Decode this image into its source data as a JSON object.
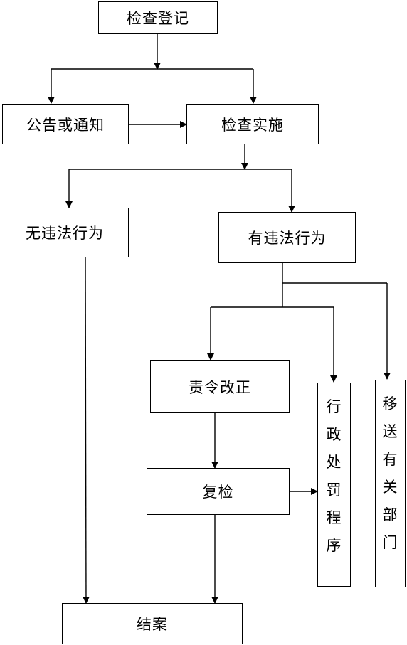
{
  "nodes": {
    "registration": "检查登记",
    "notice": "公告或通知",
    "inspection": "检查实施",
    "no_violation": "无违法行为",
    "violation": "有违法行为",
    "rectification": "责令改正",
    "recheck": "复检",
    "penalty": "行政处罚程序",
    "transfer": "移送有关部门",
    "closure": "结案"
  },
  "colors": {
    "line": "#000000",
    "background": "#ffffff"
  }
}
